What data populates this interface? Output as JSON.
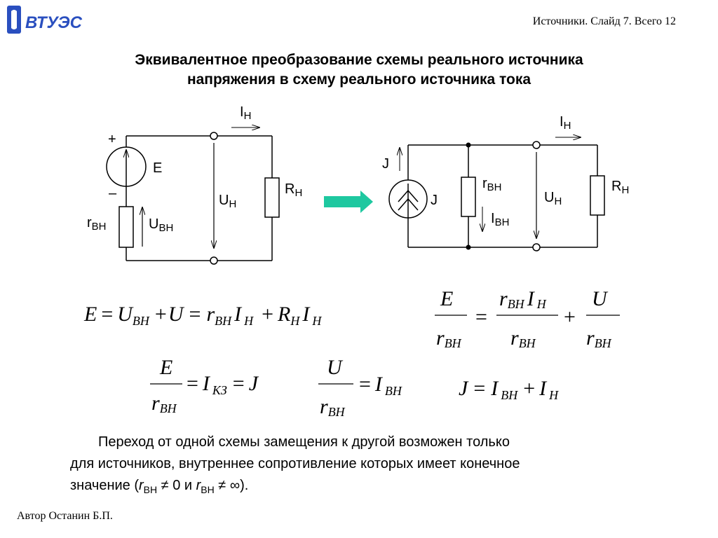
{
  "header": {
    "slide_info": "Источники. Слайд 7. Всего 12"
  },
  "logo": {
    "text": "ВТУЭС"
  },
  "title": {
    "line1": "Эквивалентное преобразование схемы реального источника",
    "line2": "напряжения в схему реального источника тока"
  },
  "circuit1": {
    "plus": "+",
    "minus": "–",
    "E": "E",
    "I": "I",
    "I_sub": "Н",
    "U": "U",
    "U_sub": "Н",
    "R": "R",
    "R_sub": "Н",
    "r": "r",
    "r_sub": "ВН",
    "Uvn": "U",
    "Uvn_sub": "ВН"
  },
  "circuit2": {
    "J_arrow": "J",
    "J": "J",
    "r": "r",
    "r_sub": "ВН",
    "Ivn": "I",
    "Ivn_sub": "ВН",
    "U": "U",
    "U_sub": "Н",
    "I": "I",
    "I_sub": "Н",
    "R": "R",
    "R_sub": "Н"
  },
  "formulas": {
    "f1": {
      "E": "E",
      "eq1": "=",
      "Uvn": "U",
      "vn1": "ВН",
      "plus1": "+",
      "U": "U",
      "eq2": "=",
      "r": "r",
      "vn2": "ВН",
      "I1": "I",
      "n1": "Н",
      "plus2": "+",
      "R": "R",
      "n2": "Н",
      "I2": "I",
      "n3": "Н"
    },
    "f2": {
      "E": "E",
      "r1": "r",
      "vn1": "ВН",
      "eq": "=",
      "r2": "r",
      "vn2": "ВН",
      "I": "I",
      "n": "Н",
      "r3": "r",
      "vn3": "ВН",
      "plus": "+",
      "U": "U",
      "r4": "r",
      "vn4": "ВН"
    },
    "f3": {
      "E": "E",
      "r": "r",
      "vn": "ВН",
      "eq1": "=",
      "I": "I",
      "kz": "КЗ",
      "eq2": "=",
      "J": "J"
    },
    "f4": {
      "U": "U",
      "r": "r",
      "vn": "ВН",
      "eq": "=",
      "I": "I",
      "vn2": "ВН"
    },
    "f5": {
      "J": "J",
      "eq": "=",
      "I1": "I",
      "vn": "ВН",
      "plus": "+",
      "I2": "I",
      "n": "Н"
    }
  },
  "paragraph": {
    "line1": "Переход от одной схемы замещения к другой возможен только",
    "line2": "для источников, внутреннее сопротивление которых имеет конечное",
    "line3_start": "значение (",
    "r1": "r",
    "sub1": "ВН",
    "ne1": " ≠ 0 и ",
    "r2": "r",
    "sub2": "ВН",
    "ne2": " ≠ ∞",
    "line3_end": ")."
  },
  "footer": {
    "author": "Автор Останин Б.П."
  },
  "colors": {
    "arrow": "#1ec8a0",
    "logo": "#2a4fbf"
  }
}
